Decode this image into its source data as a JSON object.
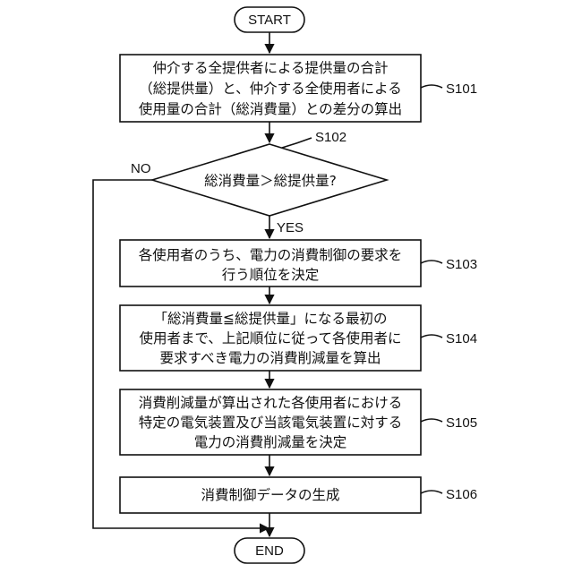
{
  "terminals": {
    "start": "START",
    "end": "END"
  },
  "steps": [
    {
      "id": "S101",
      "lines": [
        "仲介する全提供者による提供量の合計",
        "（総提供量）と、仲介する全使用者による",
        "使用量の合計（総消費量）との差分の算出"
      ]
    },
    {
      "id": "S102",
      "lines": [
        "総消費量＞総提供量?"
      ]
    },
    {
      "id": "S103",
      "lines": [
        "各使用者のうち、電力の消費制御の要求を",
        "行う順位を決定"
      ]
    },
    {
      "id": "S104",
      "lines": [
        "「総消費量≦総提供量」になる最初の",
        "使用者まで、上記順位に従って各使用者に",
        "要求すべき電力の消費削減量を算出"
      ]
    },
    {
      "id": "S105",
      "lines": [
        "消費削減量が算出された各使用者における",
        "特定の電気装置及び当該電気装置に対する",
        "電力の消費削減量を決定"
      ]
    },
    {
      "id": "S106",
      "lines": [
        "消費制御データの生成"
      ]
    }
  ],
  "branches": {
    "yes": "YES",
    "no": "NO"
  }
}
